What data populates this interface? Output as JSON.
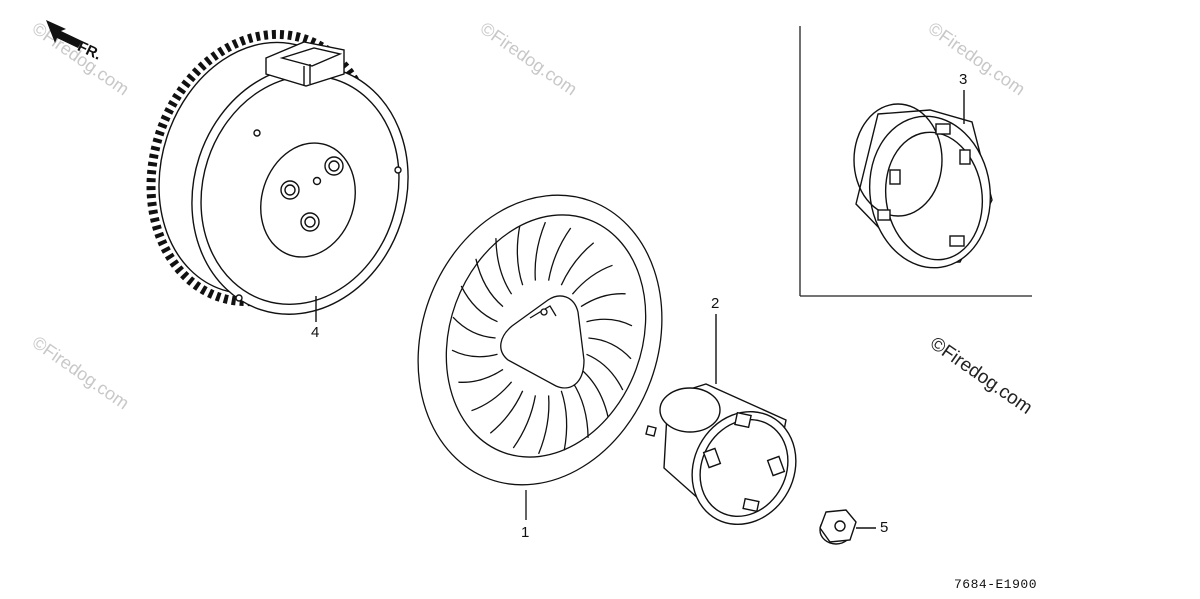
{
  "front_marker": {
    "label": "FR."
  },
  "callouts": {
    "part1": "1",
    "part2": "2",
    "part3": "3",
    "part4": "4",
    "part5": "5"
  },
  "diagram_code": "7684-E1900",
  "watermarks": {
    "light": "©Firedog.com",
    "dark": "©Firedog.com"
  }
}
